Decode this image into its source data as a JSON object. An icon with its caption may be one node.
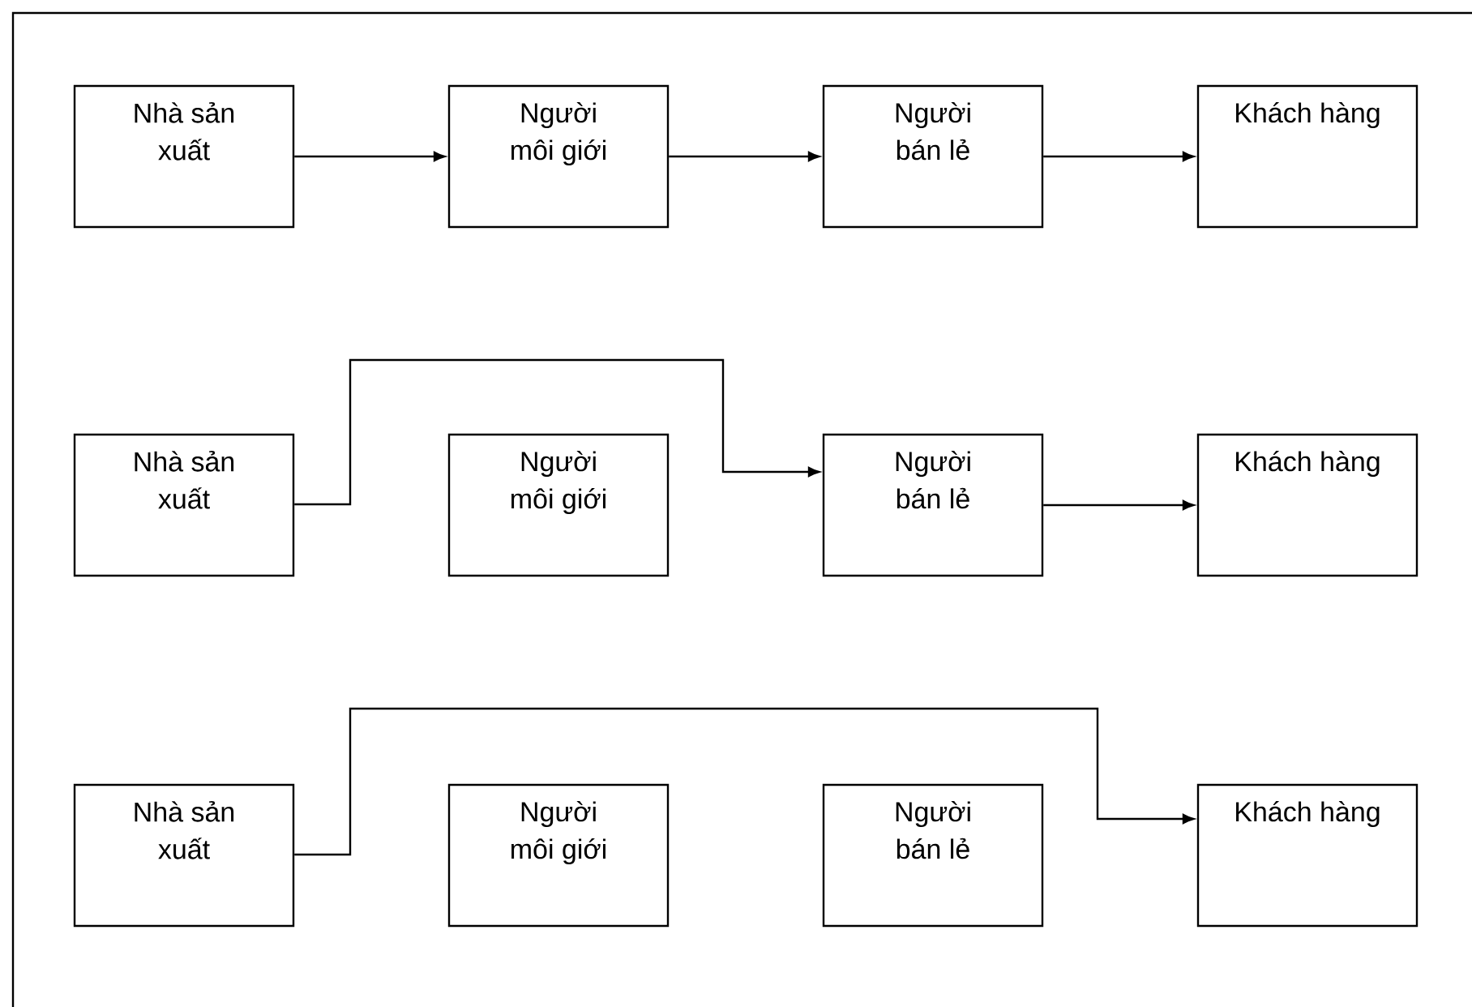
{
  "diagram": {
    "nodes": [
      {
        "text": [
          "Nhà sản xuất"
        ]
      },
      {
        "text": [
          "Người môi giới"
        ]
      },
      {
        "text": [
          "Người bán lẻ"
        ]
      },
      {
        "text": [
          "Khách hàng"
        ]
      },
      {
        "text": [
          "Nhà sản xuất"
        ]
      },
      {
        "text": [
          "Người môi giới"
        ]
      },
      {
        "text": [
          "Người bán lẻ"
        ]
      },
      {
        "text": [
          "Khách hàng"
        ]
      },
      {
        "text": [
          "Nhà sản xuất"
        ]
      },
      {
        "text": [
          "Người môi giới"
        ]
      },
      {
        "text": [
          "Người bán lẻ"
        ]
      },
      {
        "text": [
          "Khách hàng"
        ]
      }
    ],
    "edges": [
      {
        "from": 0,
        "to": 1,
        "arrow": "to"
      },
      {
        "from": 1,
        "to": 2,
        "arrow": "to"
      },
      {
        "from": 2,
        "to": 3,
        "arrow": "to"
      },
      {
        "from": 4,
        "to": 6,
        "arrow": "to"
      },
      {
        "from": 6,
        "to": 7,
        "arrow": "to"
      },
      {
        "from": 8,
        "to": 11,
        "arrow": "to"
      }
    ]
  }
}
